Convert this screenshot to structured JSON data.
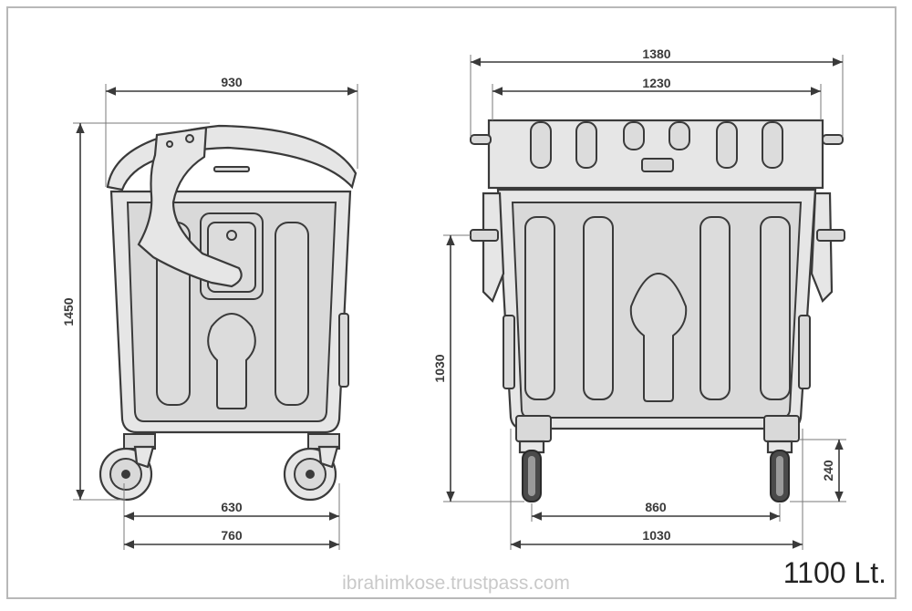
{
  "dimensions": {
    "side_width_top": "930",
    "side_height": "1450",
    "side_wheelbase_inner": "630",
    "side_wheelbase_outer": "760",
    "front_width_overall": "1380",
    "front_width_lid": "1230",
    "front_body_height": "1030",
    "front_wheel_height": "240",
    "front_wheel_inner": "860",
    "front_wheel_outer": "1030"
  },
  "capacity_label": "1100 Lt.",
  "watermark": "ibrahimkose.trustpass.com"
}
